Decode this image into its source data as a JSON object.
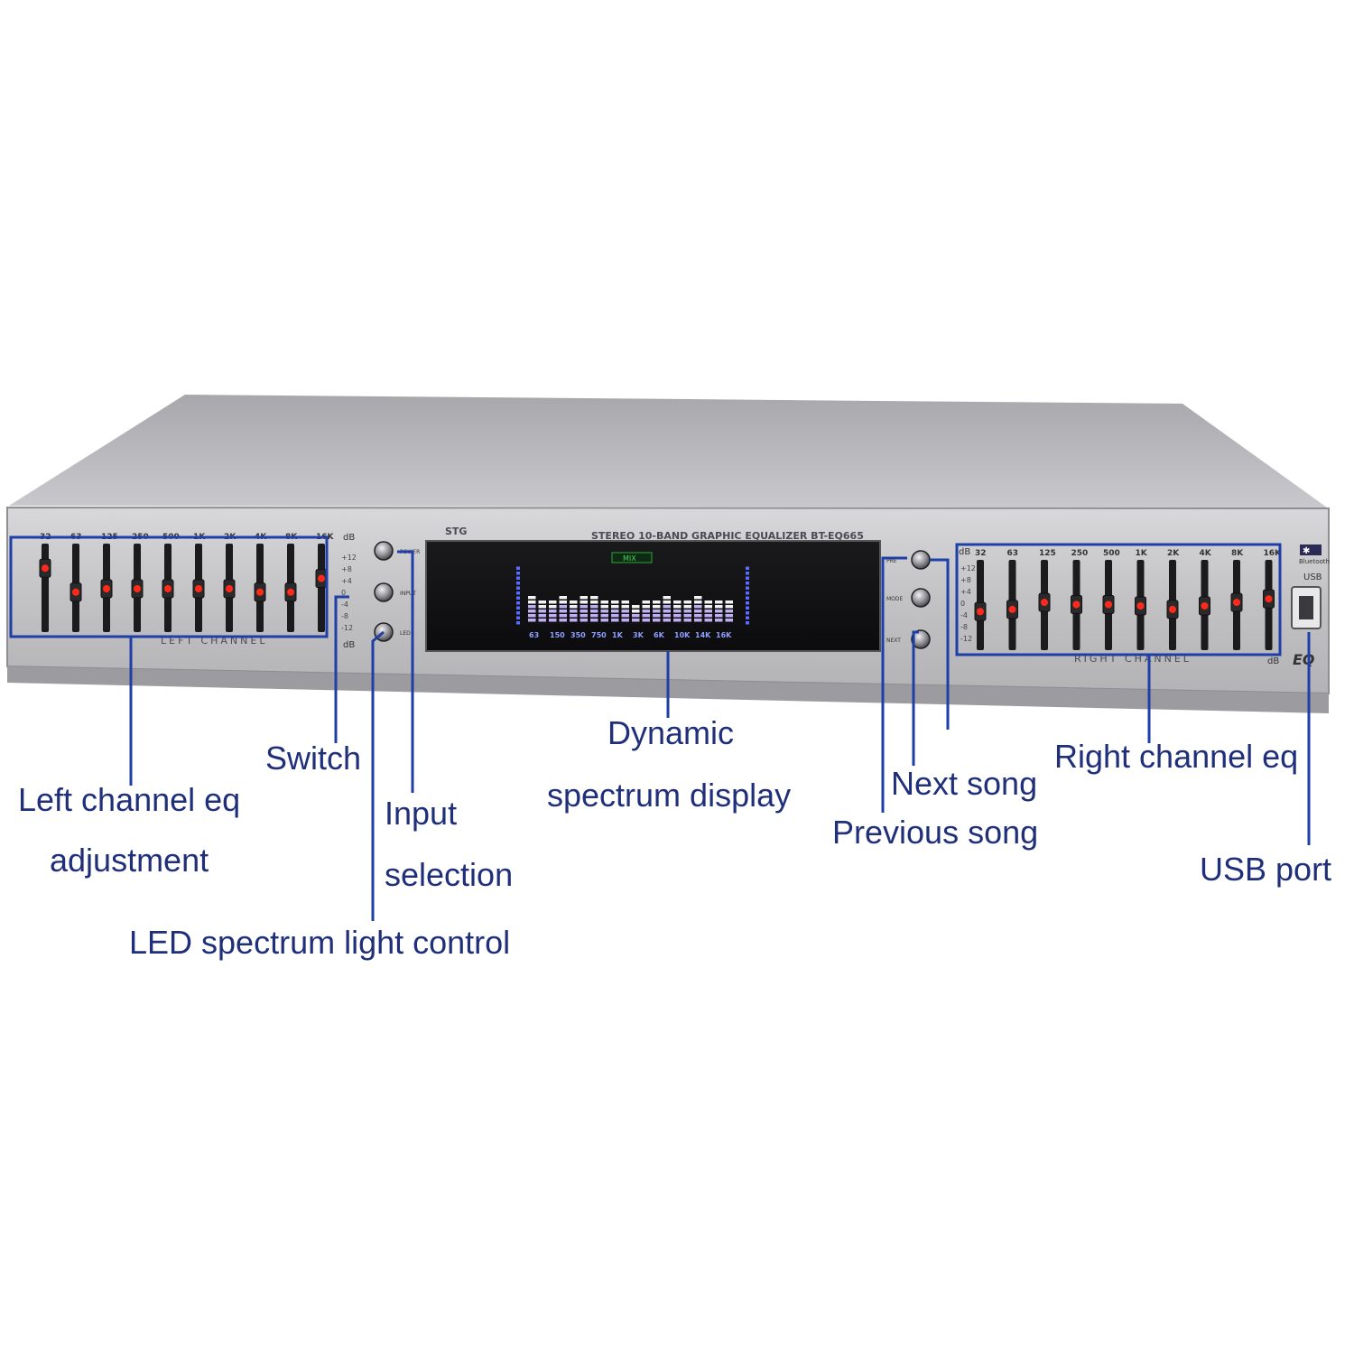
{
  "device": {
    "model_label": "STEREO 10-BAND GRAPHIC EQUALIZER BT-EQ665",
    "brand_mark": "STG",
    "display_badge": "MIX",
    "left_channel_label": "LEFT CHANNEL",
    "right_channel_label": "RIGHT CHANNEL",
    "bluetooth_label": "Bluetooth",
    "usb_label": "USB",
    "db_unit": "dB",
    "eq_bands": [
      "32",
      "63",
      "125",
      "250",
      "500",
      "1K",
      "2K",
      "4K",
      "8K",
      "16K"
    ],
    "display_bands": [
      "63",
      "150",
      "350",
      "750",
      "1K",
      "3K",
      "6K",
      "10K",
      "14K",
      "16K"
    ],
    "db_scale": [
      "+12",
      "+8",
      "+4",
      "0",
      "-4",
      "-8",
      "-12"
    ],
    "left_slider_levels": [
      0.8,
      0.45,
      0.5,
      0.5,
      0.5,
      0.5,
      0.5,
      0.45,
      0.45,
      0.65
    ],
    "right_slider_levels": [
      0.42,
      0.45,
      0.55,
      0.52,
      0.52,
      0.5,
      0.45,
      0.5,
      0.55,
      0.6
    ],
    "spectrum_levels": [
      0.55,
      0.5,
      0.45,
      0.55,
      0.5,
      0.6,
      0.55,
      0.45,
      0.5,
      0.45,
      0.4,
      0.45,
      0.5,
      0.55,
      0.5,
      0.45,
      0.55,
      0.5,
      0.45,
      0.5
    ],
    "button_labels_left": [
      "POWER",
      "INPUT",
      "LED"
    ],
    "button_labels_right": [
      "PRE",
      "MODE",
      "NEXT"
    ]
  },
  "callouts": {
    "left_eq_line1": "Left channel eq",
    "left_eq_line2": "adjustment",
    "switch": "Switch",
    "input_line1": "Input",
    "input_line2": "selection",
    "led_control": "LED spectrum light control",
    "spectrum_line1": "Dynamic",
    "spectrum_line2": "spectrum display",
    "next_song": "Next song",
    "previous_song": "Previous song",
    "right_eq": "Right channel eq",
    "usb_port": "USB port"
  },
  "colors": {
    "callout_line": "#1f3fa8",
    "callout_text": "#1f2f7a",
    "led_red": "#ff2a1a",
    "display_blue": "#5a6bff",
    "panel_silver": "#c4c4c6"
  }
}
